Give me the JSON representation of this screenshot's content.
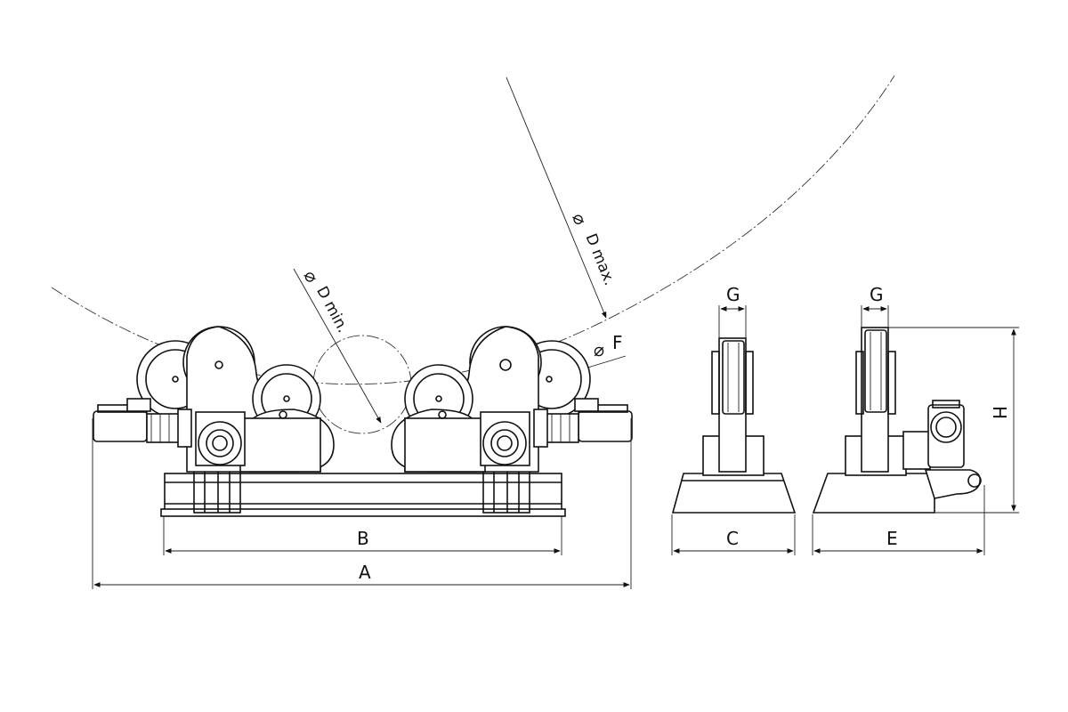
{
  "dimensions": {
    "A": "A",
    "B": "B",
    "C": "C",
    "E": "E",
    "F": "F",
    "G_front": "G",
    "G_side": "G",
    "H": "H"
  },
  "diameters": {
    "d_min": "D min.",
    "d_max": "D max.",
    "symbol": "⌀"
  },
  "colors": {
    "line": "#111111",
    "background": "#ffffff"
  }
}
